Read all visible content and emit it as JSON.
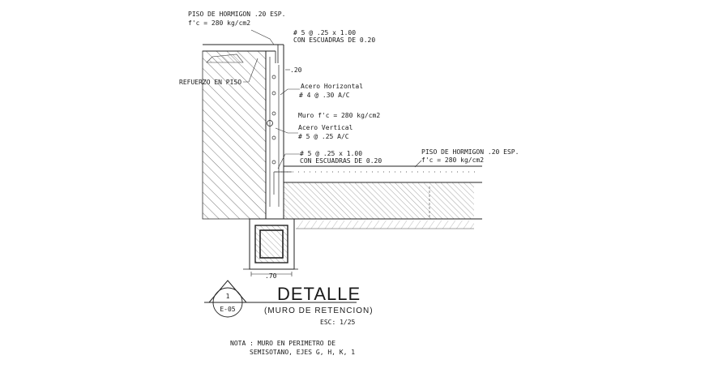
{
  "labels": {
    "top_floor_line1": "PISO DE HORMIGON .20 ESP.",
    "top_floor_line2": "f'c = 280 kg/cm2",
    "top_rebar_line1": "# 5 @ .25 x 1.00",
    "top_rebar_line2": "CON ESCUADRAS DE 0.20",
    "dim_20": ".20",
    "refuerzo_piso": "REFUERZO EN PISO",
    "acero_horizontal_line1": "Acero Horizontal",
    "acero_horizontal_line2": "# 4 @ .30 A/C",
    "muro_fc": "Muro f'c = 280 kg/cm2",
    "acero_vertical_line1": "Acero Vertical",
    "acero_vertical_line2": "# 5 @ .25 A/C",
    "bottom_rebar_line1": "# 5 @ .25 x 1.00",
    "bottom_rebar_line2": "CON ESCUADRAS DE 0.20",
    "right_floor_line1": "PISO DE HORMIGON .20 ESP.",
    "right_floor_line2": "f'c = 280 kg/cm2",
    "footing_dim": ".70"
  },
  "title_block": {
    "detail_number": "1",
    "sheet": "E-05",
    "title": "DETALLE",
    "subtitle": "(MURO DE RETENCION)",
    "scale": "ESC: 1/25"
  },
  "note": {
    "line1": "NOTA :   MURO EN    PERIMETRO DE",
    "line2": "SEMISOTANO, EJES G, H, K, 1"
  }
}
